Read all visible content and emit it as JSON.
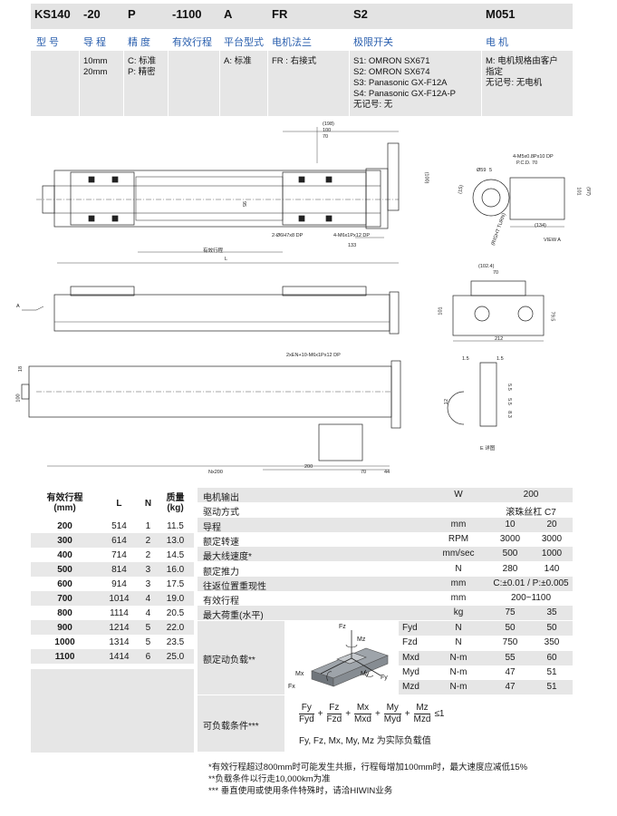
{
  "order_codes": [
    {
      "code": "KS140",
      "label": "型 号"
    },
    {
      "code": "-20",
      "label": "导 程"
    },
    {
      "code": "P",
      "label": "精 度"
    },
    {
      "code": "-1100",
      "label": "有效行程"
    },
    {
      "code": "A",
      "label": "平台型式"
    },
    {
      "code": "FR",
      "label": "电机法兰"
    },
    {
      "code": "S2",
      "label": "极限开关"
    },
    {
      "code": "M051",
      "label": "电 机"
    }
  ],
  "options": {
    "lead": [
      "10mm",
      "20mm"
    ],
    "accuracy": [
      "C: 标准",
      "P: 精密"
    ],
    "platform": [
      "A: 标准"
    ],
    "flange": [
      "FR : 右接式"
    ],
    "switch": [
      "S1: OMRON SX671",
      "S2: OMRON SX674",
      "S3: Panasonic GX-F12A",
      "S4: Panasonic GX-F12A-P",
      "无记号: 无"
    ],
    "motor": [
      "M: 电机规格由客户",
      "指定",
      "无记号: 无电机"
    ]
  },
  "drawing_labels": {
    "dim_198": "(198)",
    "dim_100": "100",
    "dim_70": "70",
    "dim_100v": "(100)",
    "dim_95": "95",
    "hole_ds": "2-Ø6H7x8 DP",
    "hole_4m6": "4-M6x1Px12 DP",
    "dim_133": "133",
    "stroke": "有效行程",
    "L": "L",
    "pcd": "4-M5x0.8Px10 DP",
    "pcd2": "P.C.D. 70",
    "d59": "Ø59",
    "d5": "5",
    "dim_15": "(15)",
    "dim_101": "101",
    "dim_97": "(97)",
    "dim_134": "(134)",
    "right_turn": "(RIGHT TURN)",
    "view_a": "VIEW A",
    "a_mark": "A",
    "dim_102": "(102.4)",
    "dim_70b": "70",
    "dim_101b": "101",
    "dim_795": "79.5",
    "dim_212": "212",
    "holes_2n": "2xEN+10-M6x1Px12 DP",
    "dim_18": "18",
    "dim_100c": "100",
    "dim_200": "200",
    "n200": "Nx200",
    "dim_70c": "70",
    "dim_44": "44",
    "dim_15a": "1.5",
    "dim_15b": "1.5",
    "dim_55a": "5.5",
    "dim_55b": "5.5",
    "dim_12": "12",
    "dim_83": "8.3",
    "e_detail": "E 详图"
  },
  "stroke_table": {
    "headers": [
      "有效行程\n(mm)",
      "L",
      "N",
      "质量\n(kg)"
    ],
    "rows": [
      [
        "200",
        "514",
        "1",
        "11.5"
      ],
      [
        "300",
        "614",
        "2",
        "13.0"
      ],
      [
        "400",
        "714",
        "2",
        "14.5"
      ],
      [
        "500",
        "814",
        "3",
        "16.0"
      ],
      [
        "600",
        "914",
        "3",
        "17.5"
      ],
      [
        "700",
        "1014",
        "4",
        "19.0"
      ],
      [
        "800",
        "1114",
        "4",
        "20.5"
      ],
      [
        "900",
        "1214",
        "5",
        "22.0"
      ],
      [
        "1000",
        "1314",
        "5",
        "23.5"
      ],
      [
        "1100",
        "1414",
        "6",
        "25.0"
      ]
    ]
  },
  "spec_table": [
    {
      "name": "电机输出",
      "unit": "W",
      "v1": "200",
      "v2": ""
    },
    {
      "name": "驱动方式",
      "unit": "",
      "v1": "滚珠丝杠 C7",
      "v2": ""
    },
    {
      "name": "导程",
      "unit": "mm",
      "v1": "10",
      "v2": "20"
    },
    {
      "name": "额定转速",
      "unit": "RPM",
      "v1": "3000",
      "v2": "3000"
    },
    {
      "name": "最大线速度*",
      "unit": "mm/sec",
      "v1": "500",
      "v2": "1000"
    },
    {
      "name": "额定推力",
      "unit": "N",
      "v1": "280",
      "v2": "140"
    },
    {
      "name": "往返位置重现性",
      "unit": "mm",
      "v1": "C:±0.01 / P:±0.005",
      "v2": ""
    },
    {
      "name": "有效行程",
      "unit": "mm",
      "v1": "200~1100",
      "v2": ""
    },
    {
      "name": "最大荷重(水平)",
      "unit": "kg",
      "v1": "75",
      "v2": "35"
    }
  ],
  "load": {
    "title": "额定动负载**",
    "rows": [
      {
        "k": "Fyd",
        "unit": "N",
        "v1": "50",
        "v2": "50"
      },
      {
        "k": "Fzd",
        "unit": "N",
        "v1": "750",
        "v2": "350"
      },
      {
        "k": "Mxd",
        "unit": "N-m",
        "v1": "55",
        "v2": "60"
      },
      {
        "k": "Myd",
        "unit": "N-m",
        "v1": "47",
        "v2": "51"
      },
      {
        "k": "Mzd",
        "unit": "N-m",
        "v1": "47",
        "v2": "51"
      }
    ],
    "axes": {
      "fz": "Fz",
      "mz": "Mz",
      "mx": "Mx",
      "fx": "Fx",
      "my": "My",
      "fy": "Fy"
    }
  },
  "condition": {
    "title": "可负载条件***",
    "terms": [
      [
        "Fy",
        "Fyd"
      ],
      [
        "Fz",
        "Fzd"
      ],
      [
        "Mx",
        "Mxd"
      ],
      [
        "My",
        "Myd"
      ],
      [
        "Mz",
        "Mzd"
      ]
    ],
    "plus": "+",
    "le": "≤1",
    "note": "Fy, Fz, Mx, My, Mz 为实际负载值"
  },
  "notes": [
    "*有效行程超过800mm时可能发生共振，行程每增加100mm时，最大速度应减低15%",
    "**负载条件以行走10,000km为准",
    "*** 垂直使用或使用条件特殊时，请洽HIWIN业务"
  ]
}
